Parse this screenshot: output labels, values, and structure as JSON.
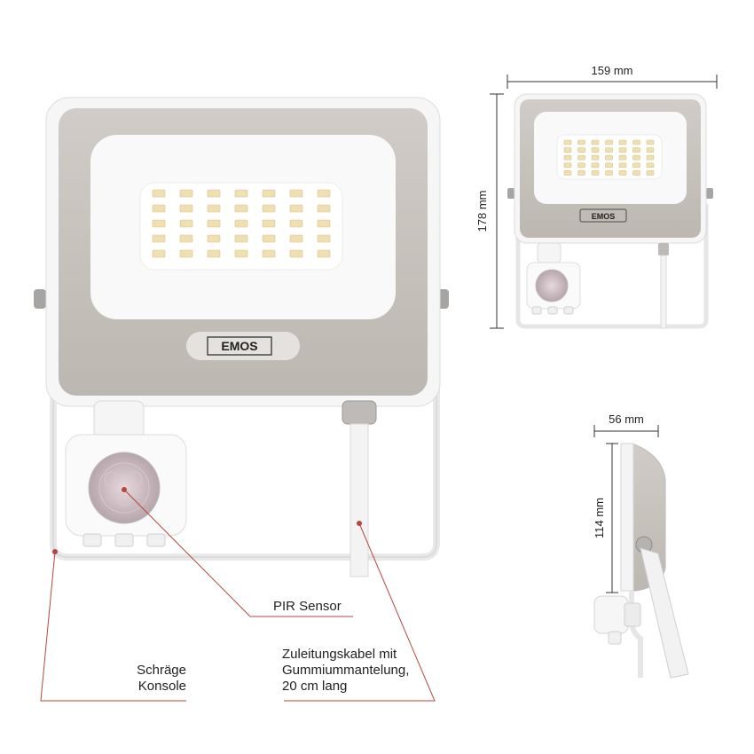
{
  "brand": "EMOS",
  "dimensions": {
    "width": "159 mm",
    "height": "178 mm",
    "depth": "56 mm",
    "side_height": "114 mm"
  },
  "callouts": {
    "pir": "PIR Sensor",
    "cable_line1": "Zuleitungskabel mit",
    "cable_line2": "Gummiummantelung,",
    "cable_line3": "20 cm lang",
    "bracket_line1": "Schräge",
    "bracket_line2": "Konsole"
  },
  "colors": {
    "frame": "#c9c3bd",
    "body": "#f4f2f1",
    "led": "#f0dfb0",
    "callout_line": "#b5473f",
    "dim_line": "#333333"
  }
}
